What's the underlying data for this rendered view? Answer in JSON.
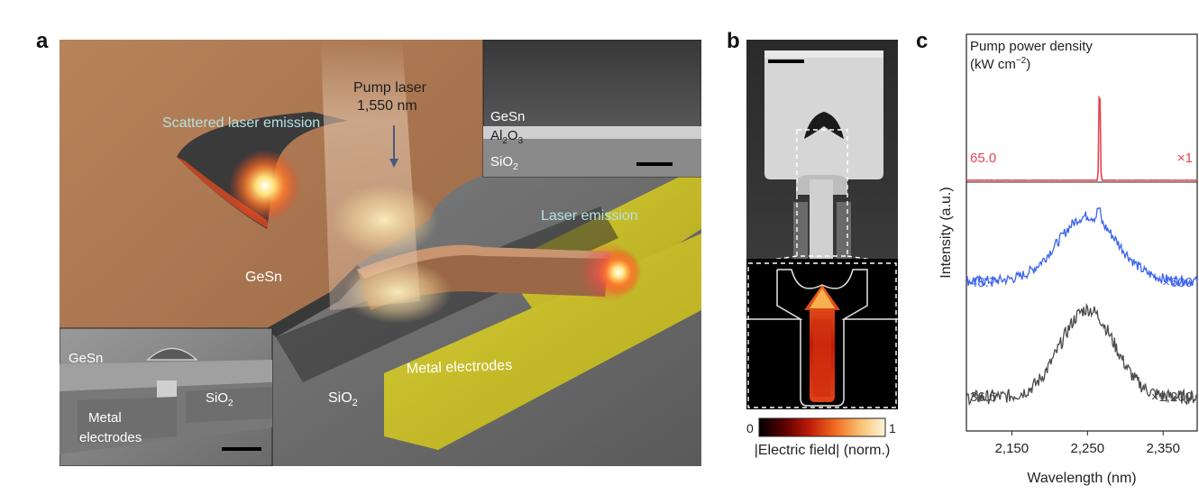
{
  "panel_labels": {
    "a": "a",
    "b": "b",
    "c": "c"
  },
  "panel_a": {
    "pump_label_line1": "Pump laser",
    "pump_label_line2": "1,550 nm",
    "scattered_label": "Scattered laser emission",
    "laser_emission_label": "Laser emission",
    "gesn_label": "GeSn",
    "sio2_label": "SiO",
    "sio2_sub": "2",
    "metal_electrodes_label": "Metal electrodes",
    "inset_top": {
      "gesn": "GeSn",
      "al2o3_base": "Al",
      "al2o3_sub1": "2",
      "al2o3_o": "O",
      "al2o3_sub2": "3",
      "sio2": "SiO",
      "sio2_sub": "2"
    },
    "inset_bottom": {
      "gesn": "GeSn",
      "sio2": "SiO",
      "sio2_sub": "2",
      "metal_line1": "Metal",
      "metal_line2": "electrodes"
    }
  },
  "panel_b": {
    "colorbar_min": "0",
    "colorbar_max": "1",
    "colorbar_label": "|Electric field| (norm.)",
    "colorbar_colors": [
      "#000000",
      "#5a0000",
      "#c01a08",
      "#f06a20",
      "#f8c070",
      "#fdf5d8"
    ]
  },
  "chart_data": {
    "type": "line",
    "title": "",
    "legend_title_line1": "Pump power density",
    "legend_title_line2": "(kW cm",
    "legend_title_sup": "−2",
    "legend_title_close": ")",
    "xlabel": "Wavelength (nm)",
    "ylabel": "Intensity (a.u.)",
    "xlim": [
      2090,
      2395
    ],
    "xticks": [
      2150,
      2250,
      2350
    ],
    "xtick_labels": [
      "2,150",
      "2,250",
      "2,350"
    ],
    "series": [
      {
        "pump": "65.0",
        "scale": "×1",
        "color": "#e8434e",
        "peak_center": 2266,
        "peak_width": 1.2,
        "broad_center": 2260,
        "broad_width": 60
      },
      {
        "pump": "48.7",
        "scale": "×600",
        "color": "#3a63ee",
        "peak_center": 2265,
        "peak_width": 3,
        "broad_center": 2250,
        "broad_width": 55
      },
      {
        "pump": "36.6",
        "scale": "×1,200",
        "color": "#4a4a4a",
        "peak_center": 2258,
        "peak_width": 0,
        "broad_center": 2250,
        "broad_width": 50
      }
    ]
  }
}
